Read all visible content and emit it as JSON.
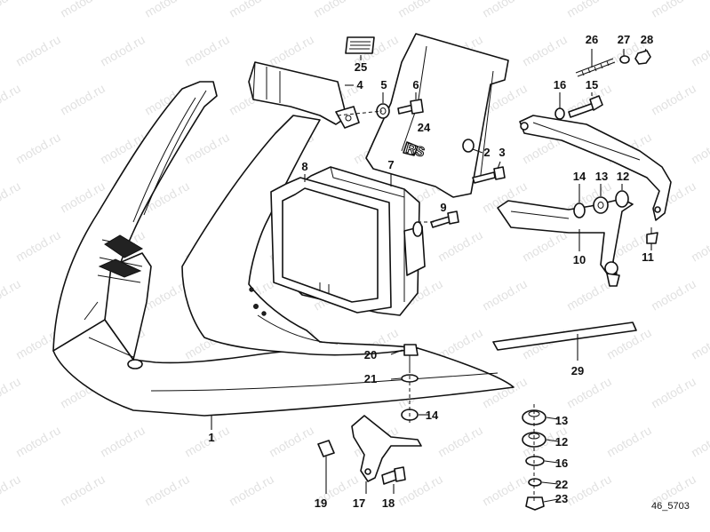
{
  "diagram": {
    "reference": "46_5703",
    "watermark": "motod.ru",
    "badge_text": "RS",
    "callouts": [
      {
        "id": "c1",
        "label": "1"
      },
      {
        "id": "c2",
        "label": "2"
      },
      {
        "id": "c3",
        "label": "3"
      },
      {
        "id": "c4",
        "label": "4"
      },
      {
        "id": "c5",
        "label": "5"
      },
      {
        "id": "c6",
        "label": "6"
      },
      {
        "id": "c7",
        "label": "7"
      },
      {
        "id": "c8",
        "label": "8"
      },
      {
        "id": "c9",
        "label": "9"
      },
      {
        "id": "c10",
        "label": "10"
      },
      {
        "id": "c11",
        "label": "11"
      },
      {
        "id": "c12a",
        "label": "12"
      },
      {
        "id": "c13a",
        "label": "13"
      },
      {
        "id": "c14a",
        "label": "14"
      },
      {
        "id": "c15",
        "label": "15"
      },
      {
        "id": "c16a",
        "label": "16"
      },
      {
        "id": "c24",
        "label": "24"
      },
      {
        "id": "c25",
        "label": "25"
      },
      {
        "id": "c26",
        "label": "26"
      },
      {
        "id": "c27",
        "label": "27"
      },
      {
        "id": "c28",
        "label": "28"
      },
      {
        "id": "c29",
        "label": "29"
      },
      {
        "id": "c20",
        "label": "20"
      },
      {
        "id": "c21",
        "label": "21"
      },
      {
        "id": "c14b",
        "label": "14"
      },
      {
        "id": "c13b",
        "label": "13"
      },
      {
        "id": "c12b",
        "label": "12"
      },
      {
        "id": "c16b",
        "label": "16"
      },
      {
        "id": "c22",
        "label": "22"
      },
      {
        "id": "c23",
        "label": "23"
      },
      {
        "id": "c19",
        "label": "19"
      },
      {
        "id": "c17",
        "label": "17"
      },
      {
        "id": "c18",
        "label": "18"
      }
    ]
  }
}
